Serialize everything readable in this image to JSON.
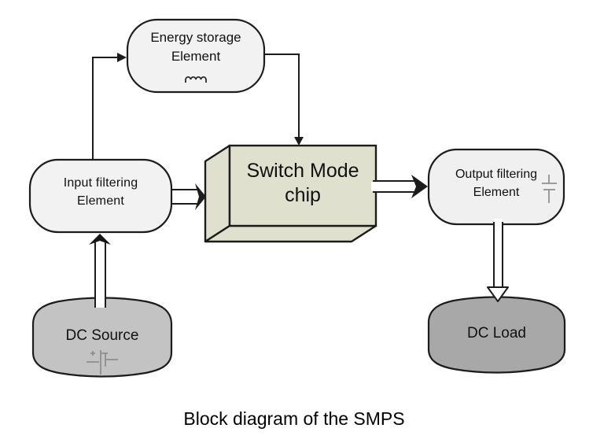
{
  "diagram": {
    "caption": "Block diagram of the SMPS",
    "colors": {
      "background": "#ffffff",
      "node_fill_light": "#f2f2f2",
      "chip_fill": "#dfe1ce",
      "dc_source_fill": "#c3c3c3",
      "dc_load_fill": "#a8a8a8",
      "outline": "#1c1c1c",
      "symbol_gray": "#8f8f8f"
    },
    "nodes": {
      "energy_storage": {
        "line1": "Energy storage",
        "line2": "Element",
        "icon": "inductor-coil-icon",
        "fill": "#f2f2f2"
      },
      "input_filtering": {
        "line1": "Input filtering",
        "line2": "Element",
        "fill": "#f2f2f2"
      },
      "switch_mode_chip": {
        "line1": "Switch Mode",
        "line2": "chip",
        "fill": "#dfe1ce"
      },
      "output_filtering": {
        "line1": "Output filtering",
        "line2": "Element",
        "icon": "capacitor-icon",
        "fill": "#f0f0f0"
      },
      "dc_source": {
        "label": "DC Source",
        "icon": "battery-icon",
        "fill": "#c3c3c3"
      },
      "dc_load": {
        "label": "DC Load",
        "fill": "#a8a8a8"
      }
    },
    "edges": [
      {
        "from": "input_filtering",
        "to": "energy_storage",
        "style": "single-line-arrow"
      },
      {
        "from": "energy_storage",
        "to": "switch_mode_chip",
        "style": "single-line-arrow"
      },
      {
        "from": "input_filtering",
        "to": "switch_mode_chip",
        "style": "double-line-arrow"
      },
      {
        "from": "switch_mode_chip",
        "to": "output_filtering",
        "style": "double-line-arrow"
      },
      {
        "from": "dc_source",
        "to": "input_filtering",
        "style": "hollow-arrow"
      },
      {
        "from": "output_filtering",
        "to": "dc_load",
        "style": "hollow-arrow"
      }
    ]
  }
}
